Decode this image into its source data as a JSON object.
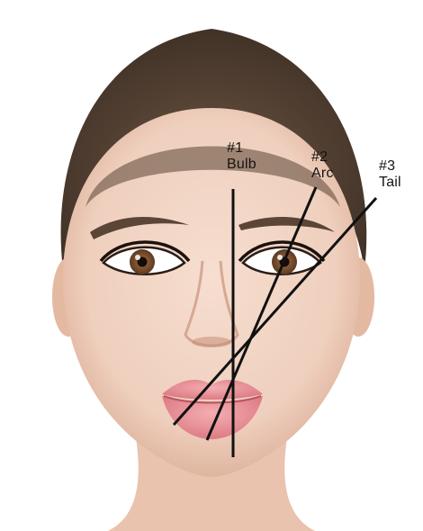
{
  "annotations": [
    {
      "number": "#1",
      "name": "Bulb"
    },
    {
      "number": "#2",
      "name": "Arc"
    },
    {
      "number": "#3",
      "name": "Tail"
    }
  ],
  "colors": {
    "background": "#ffffff",
    "skin": "#efcfbd",
    "skin_shadow": "#d9ab93",
    "hair": "#4a3a2d",
    "brow": "#5b4536",
    "lips": "#e79096",
    "guide_line": "#111111"
  }
}
